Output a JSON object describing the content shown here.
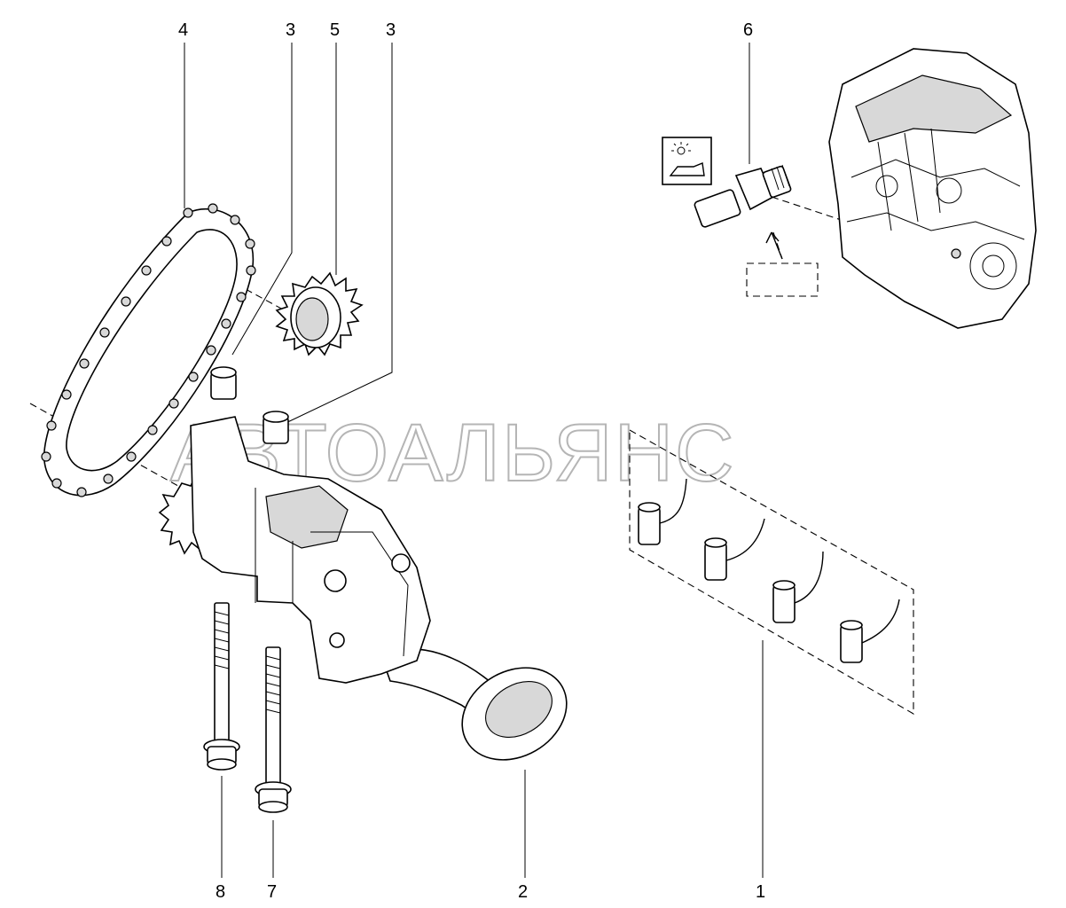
{
  "watermark": "АВТОАЛЬЯНС",
  "callouts": {
    "c1": "1",
    "c2": "2",
    "c3a": "3",
    "c3b": "3",
    "c4": "4",
    "c5": "5",
    "c6": "6",
    "c7": "7",
    "c8": "8"
  }
}
